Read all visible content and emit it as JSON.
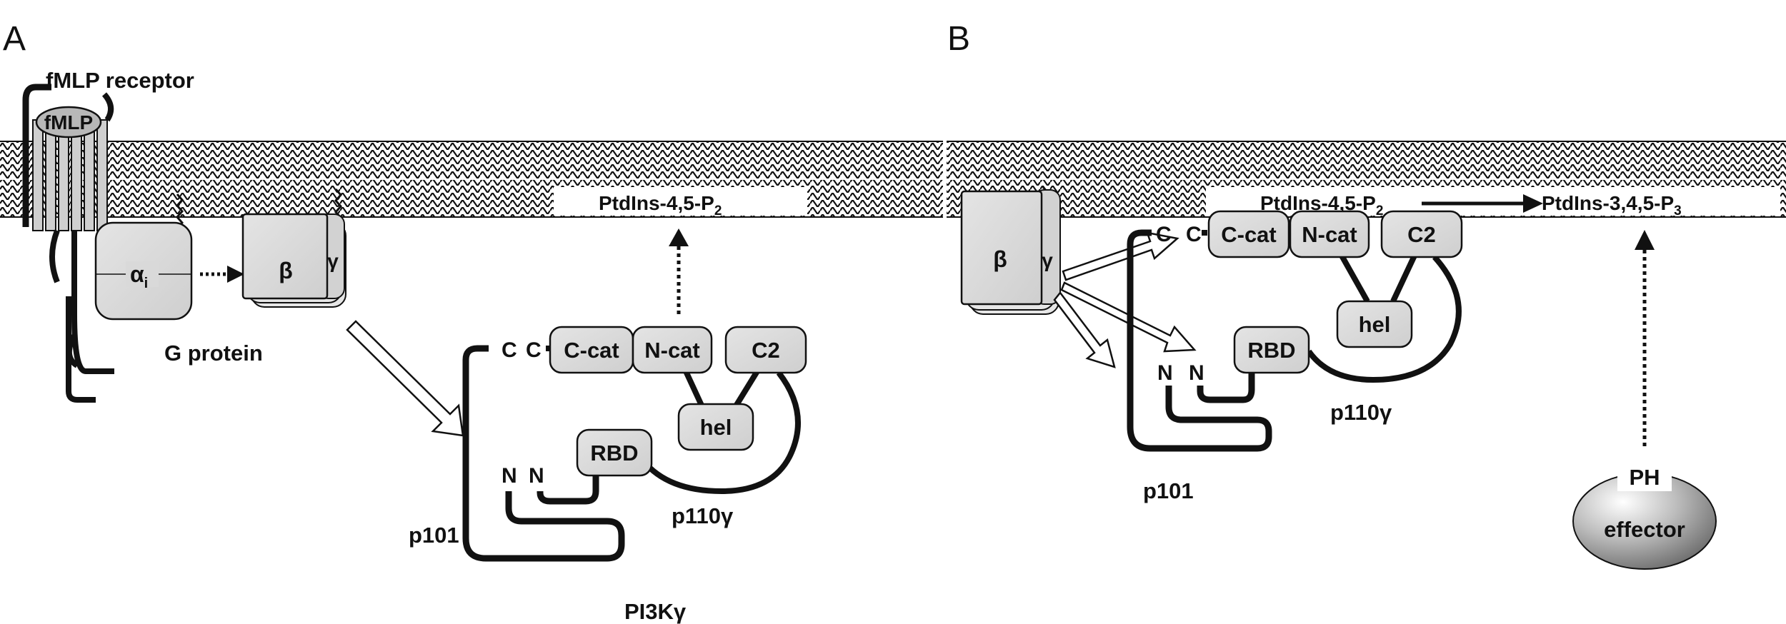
{
  "panel_a": {
    "letter": "A",
    "receptor_label": "fMLP receptor",
    "ligand": "fMLP",
    "alpha_main": "α",
    "alpha_sub": "i",
    "beta": "β",
    "gamma": "γ",
    "g_protein": "G protein",
    "pip2_main": "PtdIns-4,5-P",
    "pip2_sub": "2",
    "c1": "C",
    "c2": "C",
    "c_cat": "C-cat",
    "n_cat": "N-cat",
    "c2_domain": "C2",
    "hel": "hel",
    "rbd": "RBD",
    "n1": "N",
    "n2": "N",
    "p101": "p101",
    "p110": "p110γ",
    "pi3k": "PI3Kγ"
  },
  "panel_b": {
    "letter": "B",
    "beta": "β",
    "gamma": "γ",
    "pip2_main": "PtdIns-4,5-P",
    "pip2_sub": "2",
    "pip3_main": "PtdIns-3,4,5-P",
    "pip3_sub": "3",
    "c1": "C",
    "c2": "C",
    "c_cat": "C-cat",
    "n_cat": "N-cat",
    "c2_domain": "C2",
    "hel": "hel",
    "rbd": "RBD",
    "n1": "N",
    "n2": "N",
    "p101": "p101",
    "p110": "p110γ",
    "ph": "PH",
    "effector": "effector"
  }
}
